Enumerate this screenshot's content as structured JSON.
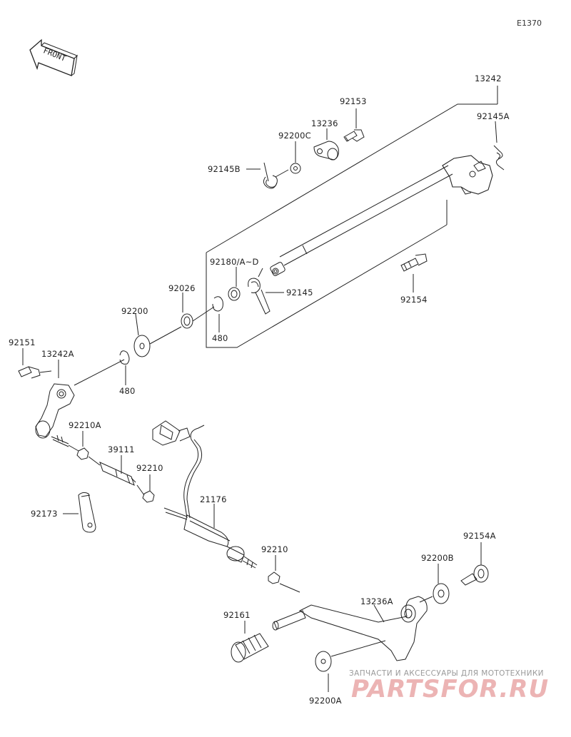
{
  "diagram_code": "E1370",
  "front_label": "FRONT",
  "parts": [
    {
      "id": "p13242",
      "label": "13242"
    },
    {
      "id": "p92153",
      "label": "92153"
    },
    {
      "id": "p92145A",
      "label": "92145A"
    },
    {
      "id": "p13236",
      "label": "13236"
    },
    {
      "id": "p92200C",
      "label": "92200C"
    },
    {
      "id": "p92145B",
      "label": "92145B"
    },
    {
      "id": "p92180",
      "label": "92180/A~D"
    },
    {
      "id": "p92145",
      "label": "92145"
    },
    {
      "id": "p92154",
      "label": "92154"
    },
    {
      "id": "p92026",
      "label": "92026"
    },
    {
      "id": "p480a",
      "label": "480"
    },
    {
      "id": "p92200",
      "label": "92200"
    },
    {
      "id": "p480b",
      "label": "480"
    },
    {
      "id": "p92151",
      "label": "92151"
    },
    {
      "id": "p13242A",
      "label": "13242A"
    },
    {
      "id": "p92210A",
      "label": "92210A"
    },
    {
      "id": "p39111",
      "label": "39111"
    },
    {
      "id": "p92210a",
      "label": "92210"
    },
    {
      "id": "p21176",
      "label": "21176"
    },
    {
      "id": "p92173",
      "label": "92173"
    },
    {
      "id": "p92210b",
      "label": "92210"
    },
    {
      "id": "p92154A",
      "label": "92154A"
    },
    {
      "id": "p92200B",
      "label": "92200B"
    },
    {
      "id": "p13236A",
      "label": "13236A"
    },
    {
      "id": "p92161",
      "label": "92161"
    },
    {
      "id": "p92200A",
      "label": "92200A"
    }
  ],
  "watermark": {
    "line1": "ЗАПЧАСТИ И АКСЕССУАРЫ ДЛЯ МОТОТЕХНИКИ",
    "line2": "PARTSFOR.RU"
  }
}
